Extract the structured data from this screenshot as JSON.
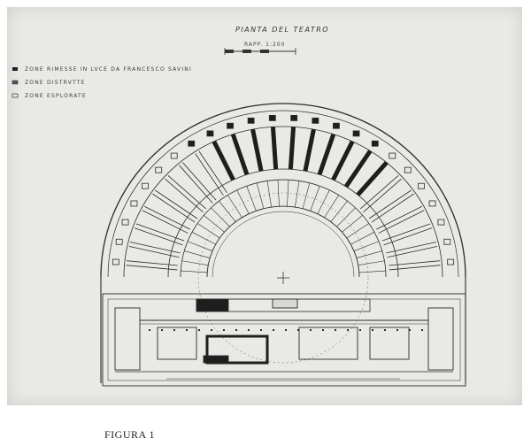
{
  "plan": {
    "title": "PIANTA DEL TEATRO",
    "scale_label": "RAPP. 1:200"
  },
  "legend": {
    "items": [
      {
        "label": "ZONE RIMESSE IN LVCE DA FRANCESCO SAVINI",
        "swatch": "filled"
      },
      {
        "label": "ZONE DISTRVTTE",
        "swatch": "hatched"
      },
      {
        "label": "ZONE ESPLORATE",
        "swatch": "outline"
      }
    ]
  },
  "colors": {
    "ink": "#2b2b2b",
    "dark_fill": "#1e1e1e",
    "paper": "#e9e9e5",
    "light_fill": "#d9d9d4"
  },
  "caption": "FIGURA 1"
}
